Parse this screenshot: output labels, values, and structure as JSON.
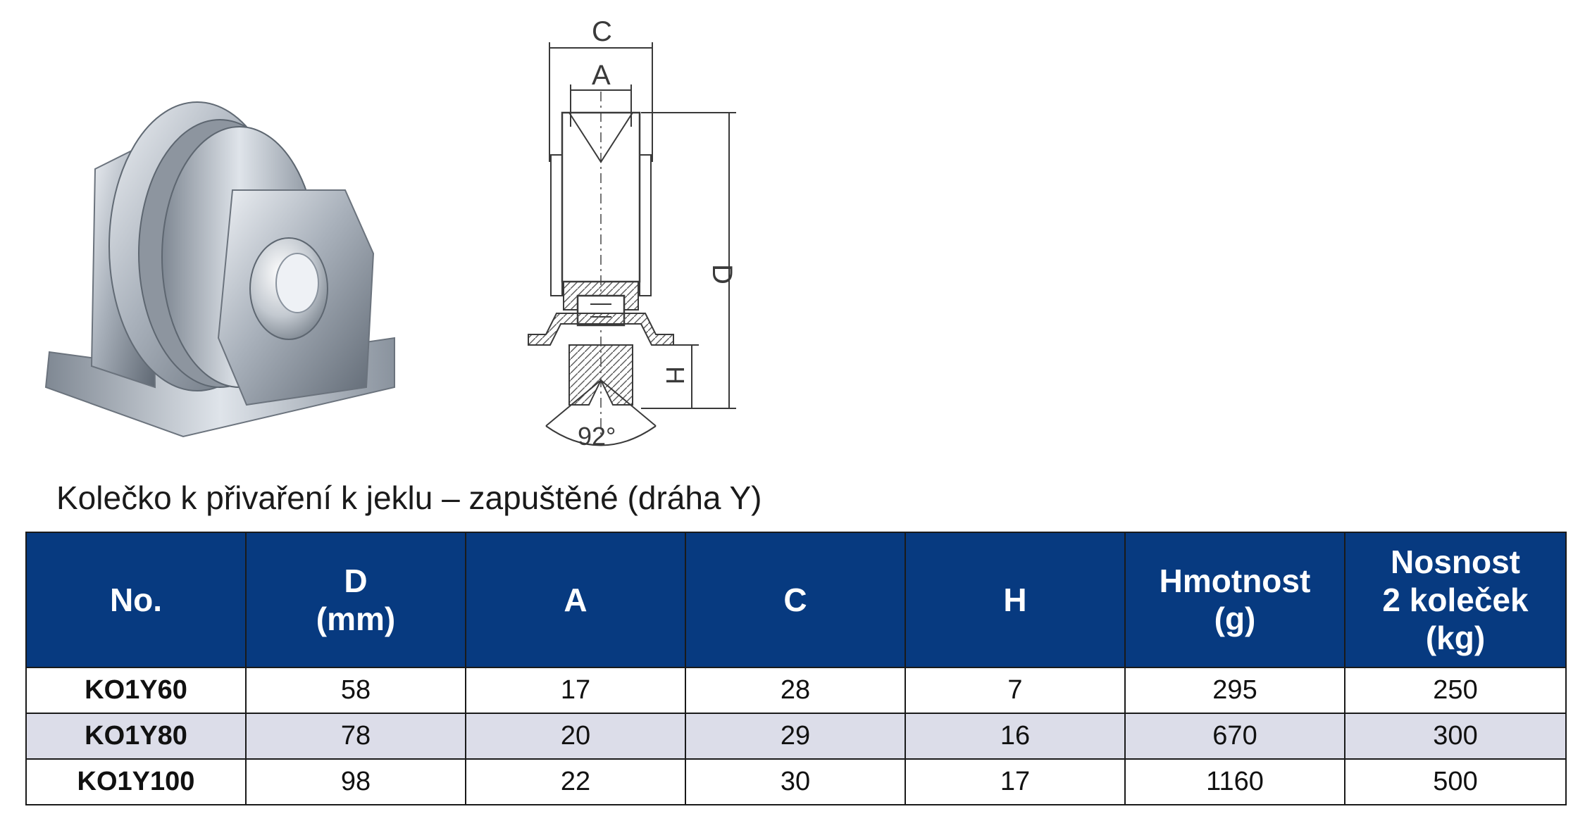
{
  "drawing": {
    "label_c": "C",
    "label_a": "A",
    "label_d": "D",
    "label_h": "H",
    "label_angle": "92°"
  },
  "caption": "Kolečko k přivaření k jeklu – zapuštěné (dráha Y)",
  "table": {
    "headers": [
      [
        "No."
      ],
      [
        "D",
        "(mm)"
      ],
      [
        "A"
      ],
      [
        "C"
      ],
      [
        "H"
      ],
      [
        "Hmotnost",
        "(g)"
      ],
      [
        "Nosnost",
        "2 koleček",
        "(kg)"
      ]
    ],
    "rows": [
      [
        "KO1Y60",
        "58",
        "17",
        "28",
        "7",
        "295",
        "250"
      ],
      [
        "KO1Y80",
        "78",
        "20",
        "29",
        "16",
        "670",
        "300"
      ],
      [
        "KO1Y100",
        "98",
        "22",
        "30",
        "17",
        "1160",
        "500"
      ]
    ]
  },
  "colors": {
    "header_bg": "#073a80",
    "header_text": "#ffffff",
    "alt_row_bg": "#dcdde9"
  }
}
